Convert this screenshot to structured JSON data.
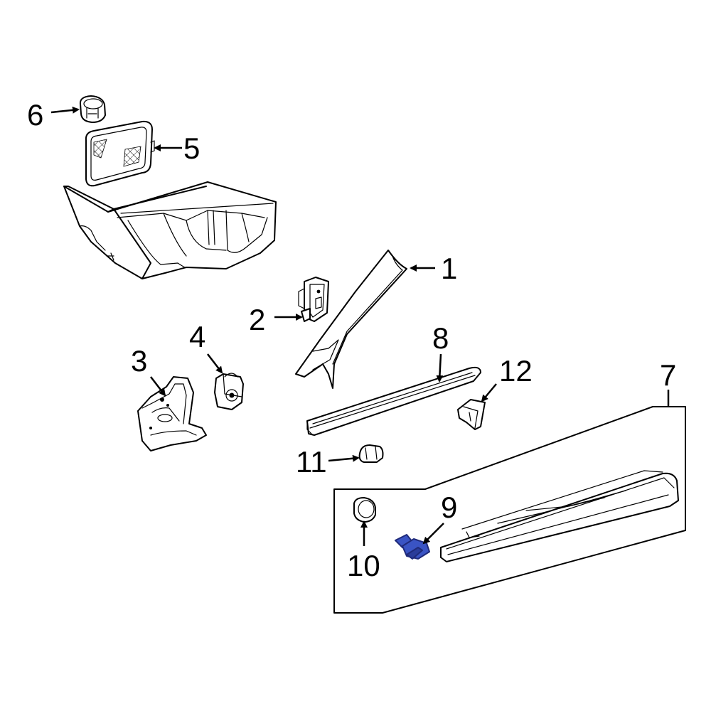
{
  "diagram": {
    "highlight_color": "#3a54c4",
    "callouts": [
      {
        "id": "1",
        "label": "1"
      },
      {
        "id": "2",
        "label": "2"
      },
      {
        "id": "3",
        "label": "3"
      },
      {
        "id": "4",
        "label": "4"
      },
      {
        "id": "5",
        "label": "5"
      },
      {
        "id": "6",
        "label": "6"
      },
      {
        "id": "7",
        "label": "7"
      },
      {
        "id": "8",
        "label": "8"
      },
      {
        "id": "9",
        "label": "9"
      },
      {
        "id": "10",
        "label": "10"
      },
      {
        "id": "11",
        "label": "11"
      },
      {
        "id": "12",
        "label": "12"
      }
    ]
  }
}
